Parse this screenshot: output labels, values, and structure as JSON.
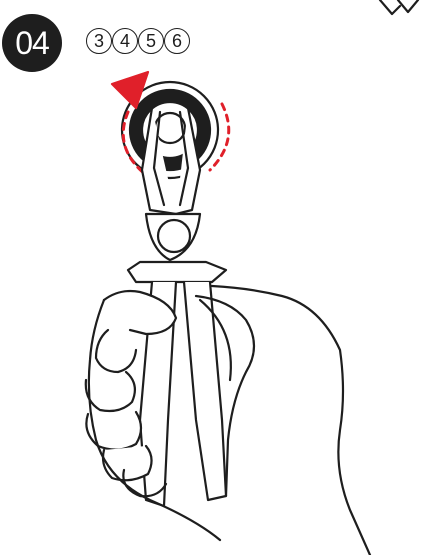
{
  "step": {
    "number": "04"
  },
  "references": [
    {
      "label": "3"
    },
    {
      "label": "4"
    },
    {
      "label": "5"
    },
    {
      "label": "6"
    }
  ],
  "colors": {
    "ink": "#1e1e1e",
    "accent": "#e0202a"
  },
  "icons": {
    "rotate_arrow": "red-rotation-arrow-icon",
    "corner_mark": "corner-chevron-icon"
  }
}
